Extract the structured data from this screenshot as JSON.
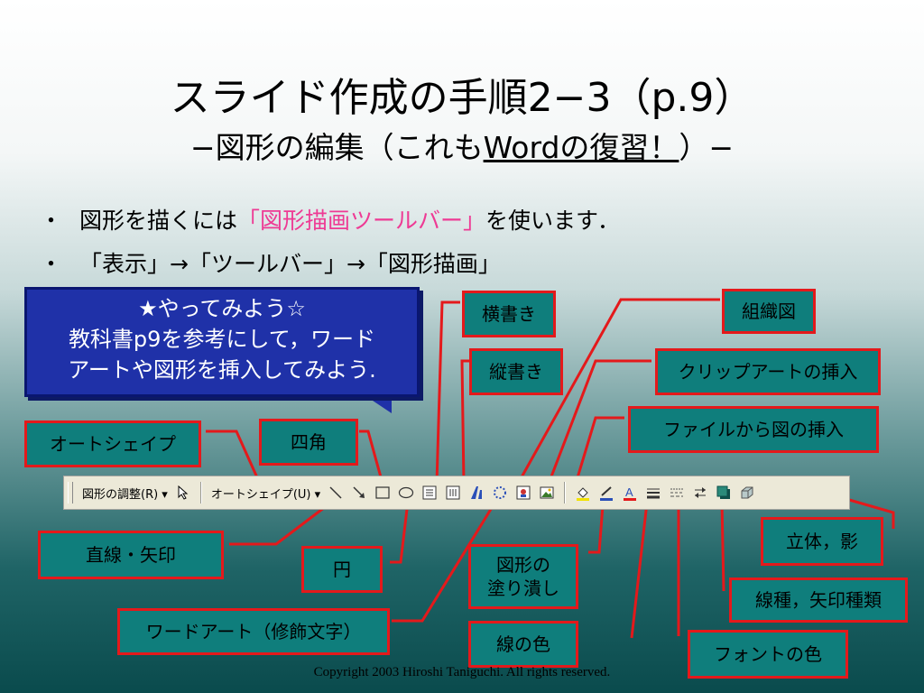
{
  "title": {
    "line1": "スライド作成の手順2−3（p.9）",
    "line2_prefix": "−図形の編集（これも",
    "line2_underlined": "Wordの復習！",
    "line2_suffix": "）−"
  },
  "bullets": [
    {
      "dot": "・",
      "pre": "図形を描くには",
      "highlight": "「図形描画ツールバー」",
      "post": "を使います．"
    },
    {
      "dot": "・",
      "text": "「表示」→「ツールバー」→「図形描画」"
    }
  ],
  "callout": {
    "line1": "★やってみよう☆",
    "line2": "教科書p9を参考にして，ワード",
    "line3": "アートや図形を挿入してみよう."
  },
  "labels": {
    "autoshape": "オートシェイプ",
    "rectangle": "四角",
    "yokogaki": "横書き",
    "tategaki": "縦書き",
    "orgchart": "組織図",
    "clipart": "クリップアートの挿入",
    "from_file": "ファイルから図の挿入",
    "line_arrow": "直線・矢印",
    "ellipse": "円",
    "fill_1": "図形の",
    "fill_2": "塗り潰し",
    "wordart": "ワードアート（修飾文字）",
    "line_color": "線の色",
    "font_color": "フォントの色",
    "3d_shadow": "立体，影",
    "line_style": "線種，矢印種類"
  },
  "toolbar": {
    "draw_menu": "図形の調整(R) ▾",
    "autoshape_menu": "オートシェイプ(U) ▾"
  },
  "icons": [
    "select-arrow-icon",
    "line-icon",
    "arrow-icon",
    "rectangle-icon",
    "oval-icon",
    "textbox-icon",
    "vertical-textbox-icon",
    "wordart-icon",
    "diagram-icon",
    "clipart-icon",
    "picture-icon",
    "fill-color-icon",
    "line-color-icon",
    "font-color-icon",
    "line-style-icon",
    "dash-style-icon",
    "arrow-style-icon",
    "shadow-icon",
    "3d-icon"
  ],
  "colors": {
    "box_fill": "#0f7e7c",
    "box_border": "#e4191b",
    "callout": "#1f31a8",
    "highlight": "#ee3a94"
  },
  "copyright": "Copyright 2003 Hiroshi Taniguchi. All rights reserved."
}
